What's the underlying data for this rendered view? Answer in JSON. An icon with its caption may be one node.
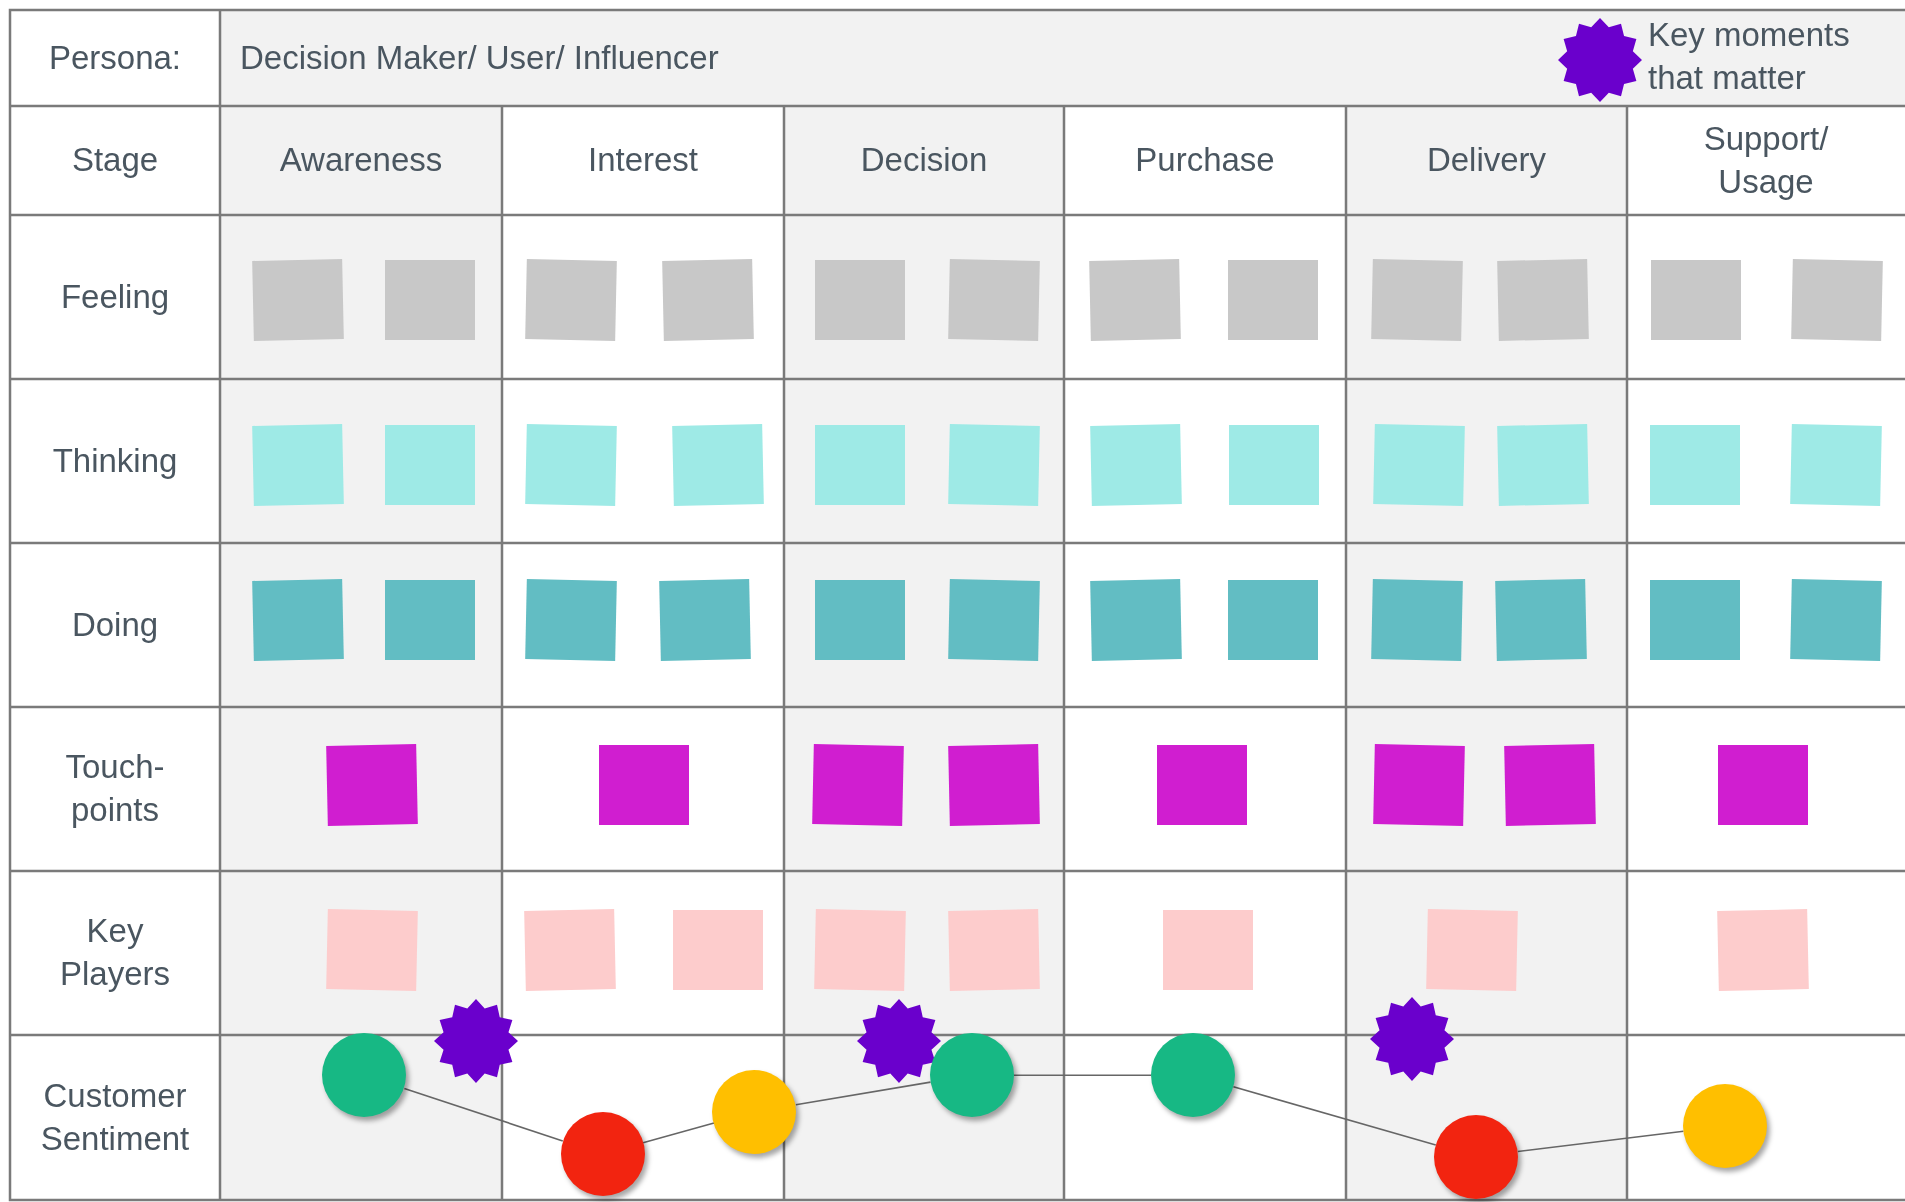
{
  "diagram": {
    "nodes": [
      {
        "text": [],
        "shape": "box"
      },
      {
        "text": [],
        "shape": "box"
      },
      {
        "text": [],
        "shape": "box"
      },
      {
        "text": [],
        "shape": "box"
      },
      {
        "text": [],
        "shape": "box"
      },
      {
        "text": [],
        "shape": "box"
      },
      {
        "text": [],
        "shape": "box"
      },
      {
        "text": [],
        "shape": "box"
      },
      {
        "text": [],
        "shape": "box"
      },
      {
        "text": [],
        "shape": "box"
      },
      {
        "text": [],
        "shape": "box"
      },
      {
        "text": [],
        "shape": "box"
      },
      {
        "text": [],
        "shape": "box"
      },
      {
        "text": [],
        "shape": "box"
      },
      {
        "text": [],
        "shape": "box"
      },
      {
        "text": [],
        "shape": "box"
      },
      {
        "text": [],
        "shape": "box"
      },
      {
        "text": [],
        "shape": "box"
      },
      {
        "text": [],
        "shape": "box"
      },
      {
        "text": [],
        "shape": "box"
      },
      {
        "text": [],
        "shape": "box"
      },
      {
        "text": [],
        "shape": "box"
      },
      {
        "text": [],
        "shape": "box"
      },
      {
        "text": [],
        "shape": "box"
      },
      {
        "text": [],
        "shape": "box"
      },
      {
        "text": [],
        "shape": "box"
      },
      {
        "text": [],
        "shape": "box"
      },
      {
        "text": [],
        "shape": "box"
      },
      {
        "text": [],
        "shape": "box"
      },
      {
        "text": [],
        "shape": "box"
      },
      {
        "text": [],
        "shape": "box"
      },
      {
        "text": [],
        "shape": "box"
      },
      {
        "text": [],
        "shape": "box"
      },
      {
        "text": [],
        "shape": "box"
      },
      {
        "text": [],
        "shape": "box"
      },
      {
        "text": [],
        "shape": "box"
      },
      {
        "text": [],
        "shape": "box"
      },
      {
        "text": [],
        "shape": "box"
      },
      {
        "text": [],
        "shape": "box"
      },
      {
        "text": [],
        "shape": "box"
      },
      {
        "text": [],
        "shape": "box"
      },
      {
        "text": [],
        "shape": "box"
      },
      {
        "text": [],
        "shape": "box"
      },
      {
        "text": [],
        "shape": "box"
      },
      {
        "text": [],
        "shape": "box"
      },
      {
        "text": [],
        "shape": "box"
      },
      {
        "text": [],
        "shape": "box"
      },
      {
        "text": [],
        "shape": "box"
      },
      {
        "text": [],
        "shape": "box"
      },
      {
        "text": [],
        "shape": "box"
      },
      {
        "text": [],
        "shape": "box"
      },
      {
        "text": [],
        "shape": "box"
      },
      {
        "text": [],
        "shape": "circle"
      },
      {
        "text": [],
        "shape": "star"
      },
      {
        "text": [],
        "shape": "circle"
      },
      {
        "text": [],
        "shape": "circle"
      },
      {
        "text": [],
        "shape": "star"
      },
      {
        "text": [],
        "shape": "circle"
      },
      {
        "text": [],
        "shape": "circle"
      },
      {
        "text": [],
        "shape": "star"
      },
      {
        "text": [],
        "shape": "circle"
      },
      {
        "text": [],
        "shape": "circle"
      }
    ],
    "edges": [
      {
        "from": 52,
        "to": 54,
        "arrow": "none"
      },
      {
        "from": 54,
        "to": 55,
        "arrow": "none"
      },
      {
        "from": 55,
        "to": 57,
        "arrow": "none"
      },
      {
        "from": 57,
        "to": 58,
        "arrow": "none"
      },
      {
        "from": 58,
        "to": 60,
        "arrow": "none"
      },
      {
        "from": 60,
        "to": 61,
        "arrow": "none"
      }
    ],
    "labels": [
      "Persona:",
      "Decision Maker/ User/ Influencer",
      "Stage",
      "Awareness",
      "Interest",
      "Decision",
      "Purchase",
      "Delivery",
      "Support/ Usage",
      "Feeling",
      "Thinking",
      "Doing",
      "Touch- points",
      "Key Players",
      "Customer Sentiment"
    ],
    "legend": [
      {
        "text": "Key moments that matter"
      }
    ]
  }
}
